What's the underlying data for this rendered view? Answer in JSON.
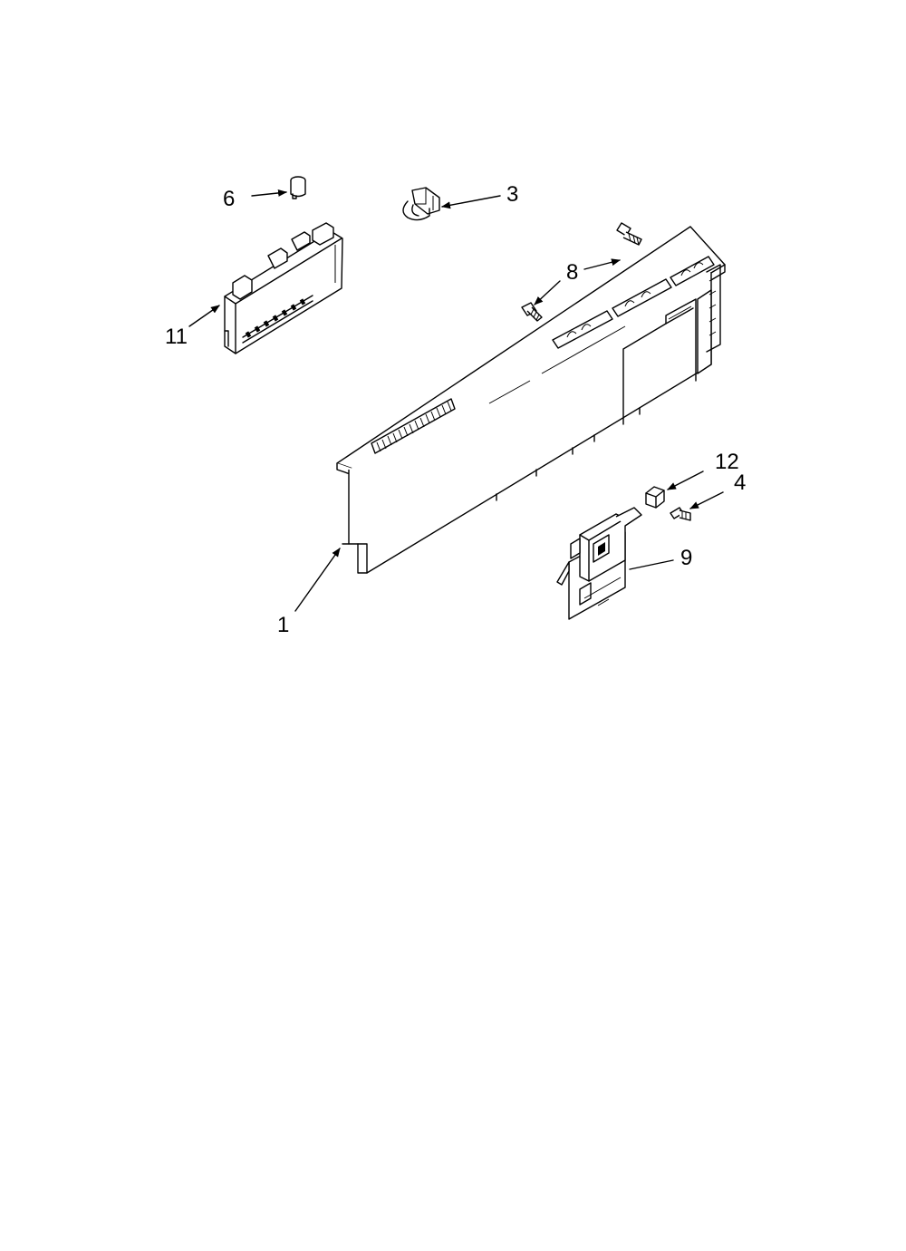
{
  "callouts": {
    "part_1": "1",
    "part_3": "3",
    "part_4": "4",
    "part_6": "6",
    "part_8": "8",
    "part_9": "9",
    "part_11": "11",
    "part_12": "12"
  },
  "colors": {
    "line": "#000000",
    "background": "#ffffff"
  }
}
